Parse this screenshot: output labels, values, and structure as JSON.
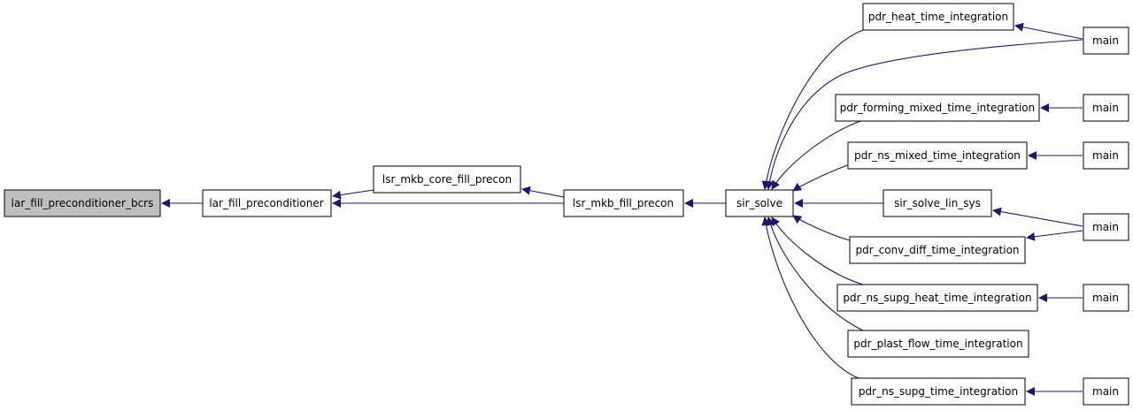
{
  "colors": {
    "edge": "#191970",
    "node_border": "#000000",
    "node_fill": "#ffffff",
    "highlight_fill": "#bfbfbf"
  },
  "nodes": {
    "n_bcrs": {
      "label": "lar_fill_preconditioner_bcrs",
      "highlighted": true
    },
    "n_lfp": {
      "label": "lar_fill_preconditioner"
    },
    "n_core": {
      "label": "lsr_mkb_core_fill_precon"
    },
    "n_fill": {
      "label": "lsr_mkb_fill_precon"
    },
    "n_sir": {
      "label": "sir_solve"
    },
    "n_heat": {
      "label": "pdr_heat_time_integration"
    },
    "n_form": {
      "label": "pdr_forming_mixed_time_integration"
    },
    "n_nsm": {
      "label": "pdr_ns_mixed_time_integration"
    },
    "n_lin": {
      "label": "sir_solve_lin_sys"
    },
    "n_conv": {
      "label": "pdr_conv_diff_time_integration"
    },
    "n_supgh": {
      "label": "pdr_ns_supg_heat_time_integration"
    },
    "n_plast": {
      "label": "pdr_plast_flow_time_integration"
    },
    "n_supg": {
      "label": "pdr_ns_supg_time_integration"
    },
    "m1": {
      "label": "main"
    },
    "m2": {
      "label": "main"
    },
    "m3": {
      "label": "main"
    },
    "m4": {
      "label": "main"
    },
    "m5": {
      "label": "main"
    },
    "m6": {
      "label": "main"
    }
  }
}
